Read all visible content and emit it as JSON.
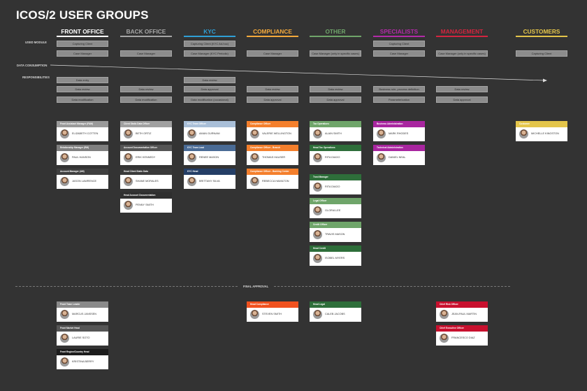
{
  "title": "ICOS/2 USER GROUPS",
  "row_labels": {
    "used_module": "USED MODULE",
    "data_consumption": "DATA CONSUMPTION",
    "responsibilities": "RESPONSIBILITIES",
    "final_approval": "FINAL APPROVAL"
  },
  "columns": [
    {
      "name": "FRONT OFFICE",
      "color": "#ffffff"
    },
    {
      "name": "BACK OFFICE",
      "color": "#a6a6a6"
    },
    {
      "name": "KYC",
      "color": "#2f9fd6"
    },
    {
      "name": "COMPLIANCE",
      "color": "#f4a93c"
    },
    {
      "name": "OTHER",
      "color": "#6fa56a"
    },
    {
      "name": "SPECIALISTS",
      "color": "#b32aa8"
    },
    {
      "name": "MANAGEMENT",
      "color": "#d4243f"
    },
    {
      "name": "CUSTOMERS",
      "color": "#e4c54a"
    }
  ],
  "modules": [
    [
      "Capturing Client",
      "Case Manager"
    ],
    [
      "Case Manager"
    ],
    [
      "Capturing Client (KYC Ad-hoc)",
      "Case Manager (KYC Periodic)"
    ],
    [
      "Case Manager"
    ],
    [
      "Case Manager (only in specific cases)"
    ],
    [
      "Capturing Client",
      "Case Manager"
    ],
    [
      "Case Manager (only in specific cases)"
    ],
    [
      "Capturing Client"
    ]
  ],
  "responsibilities": [
    [
      "Data entry",
      "Data review",
      "Data modification"
    ],
    [
      "",
      "Data review",
      "Data modification"
    ],
    [
      "Data review",
      "Data approval",
      "Data modification (occasional)"
    ],
    [
      "",
      "Data review",
      "Data approval"
    ],
    [
      "",
      "Data review",
      "Data approval"
    ],
    [
      "",
      "Business rule, process definition",
      "Parameterization"
    ],
    [
      "",
      "Data review",
      "Data approval"
    ],
    []
  ],
  "groups": [
    [
      {
        "role": "Front Assistant Manager (FAM)",
        "name": "ELIZABETH COTTEN",
        "color": "#9a9a9a"
      },
      {
        "role": "Relationship Manager (RM)",
        "name": "PAUL HANSON",
        "color": "#7f7f7f"
      },
      {
        "role": "Account Manager (AM)",
        "name": "JASON LAWRENCE",
        "color": "#3f3f3f"
      }
    ],
    [
      {
        "role": "Client Static Data Officer",
        "name": "BETH ORTIZ",
        "color": "#a0a0a0"
      },
      {
        "role": "Account Documentation Officer",
        "name": "ERIK KENNEDY",
        "color": "#555555"
      },
      {
        "role": "Head Client Static Data",
        "name": "SHANE MORALES",
        "color": "#3a3a3a"
      },
      {
        "role": "Head Account Documentation",
        "name": "PENNY SMITH",
        "color": "#2f2f2f"
      }
    ],
    [
      {
        "role": "KYC Team Officer",
        "name": "AMAN GURNANI",
        "color": "#a9bfd8"
      },
      {
        "role": "KYC Team Lead",
        "name": "RENEE MASON",
        "color": "#4a6b95"
      },
      {
        "role": "KYC Head",
        "name": "BRITTANY SILVA",
        "color": "#243e66"
      }
    ],
    [
      {
        "role": "Compliance Officer",
        "name": "VALERIE WELLINGTON",
        "color": "#f47f2c"
      },
      {
        "role": "Compliance Officer - Branch",
        "name": "THOMAS HAUSER",
        "color": "#f47f2c"
      },
      {
        "role": "Compliance Officer - Banking Center",
        "name": "REBECCA HAMILTON",
        "color": "#f47f2c"
      }
    ],
    [
      {
        "role": "Tax Operations",
        "name": "ALAIN SMITH",
        "color": "#6fa56a"
      },
      {
        "role": "Head Tax Operations",
        "name": "RITA DIAGO",
        "color": "#2e6e3a"
      },
      {
        "role": "Trust Manager",
        "name": "RITA DIAGO",
        "color": "#2e6e3a"
      },
      {
        "role": "Legal Officer",
        "name": "GLORIA LEE",
        "color": "#6fa56a"
      },
      {
        "role": "Credit Officer",
        "name": "TRAVIS MASON",
        "color": "#6fa56a"
      },
      {
        "role": "Head Credit",
        "name": "ISOBEL MYERS",
        "color": "#2e6e3a"
      }
    ],
    [
      {
        "role": "Business Administration",
        "name": "MARK RHODES",
        "color": "#a8259f"
      },
      {
        "role": "Technical Administration",
        "name": "DANIEL NEAL",
        "color": "#a8259f"
      }
    ],
    [],
    [
      {
        "role": "Customer",
        "name": "MICHELLE KINGSTON",
        "color": "#e4c54a"
      }
    ]
  ],
  "final_groups": [
    [
      {
        "role": "Front Team Leader",
        "name": "MARCUS JANSSEN",
        "color": "#8a8a8a"
      },
      {
        "role": "Front Market Head",
        "name": "LAURIE SOTO",
        "color": "#555555"
      },
      {
        "role": "Front Region/Country Head",
        "name": "KRISTINA BERRY",
        "color": "#1c1c1c"
      }
    ],
    [],
    [],
    [
      {
        "role": "Head Compliance",
        "name": "STEVEN SMITH",
        "color": "#f0511e"
      }
    ],
    [
      {
        "role": "Head Legal",
        "name": "CALEB JACOBS",
        "color": "#2e6e3a"
      }
    ],
    [],
    [
      {
        "role": "Chief Risk Officer",
        "name": "JEAN-PAUL MARTIN",
        "color": "#c8102e"
      },
      {
        "role": "Chief Executive Officer",
        "name": "FRANCESCO DIAZ",
        "color": "#c8102e"
      }
    ],
    []
  ]
}
